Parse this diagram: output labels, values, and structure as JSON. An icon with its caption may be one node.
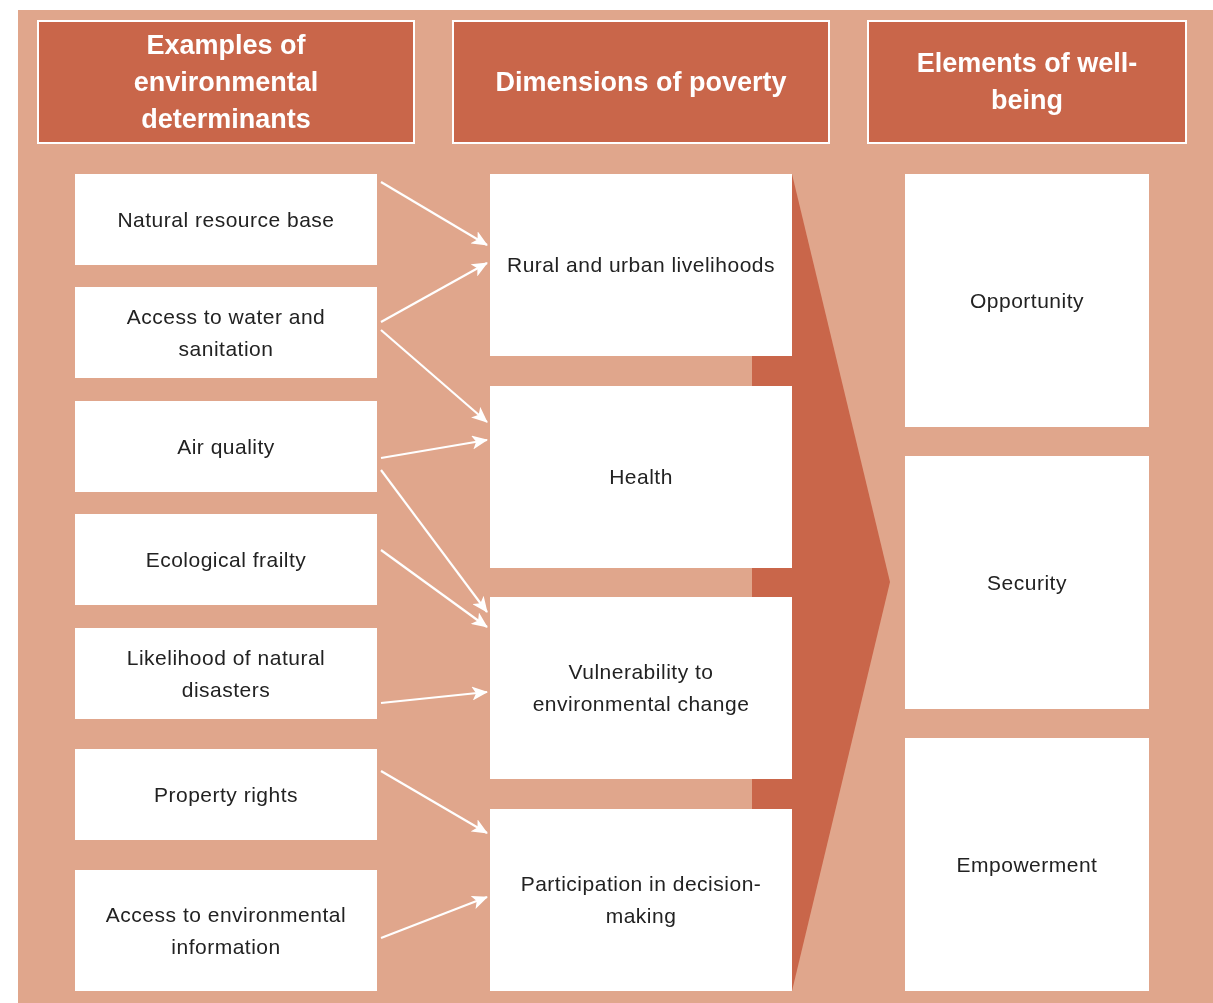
{
  "diagram": {
    "nodes": [
      {
        "text": [
          "Examples of environmental determinants"
        ]
      },
      {
        "text": [
          "Dimensions of poverty"
        ]
      },
      {
        "text": [
          "Elements of well-being"
        ]
      },
      {
        "text": [
          "Natural resource base"
        ]
      },
      {
        "text": [
          "Access to water and sanitation"
        ]
      },
      {
        "text": [
          "Air quality"
        ]
      },
      {
        "text": [
          "Ecological frailty"
        ]
      },
      {
        "text": [
          "Likelihood of natural disasters"
        ]
      },
      {
        "text": [
          "Property rights"
        ]
      },
      {
        "text": [
          "Access to environmental information"
        ]
      },
      {
        "text": [
          "Rural and urban livelihoods"
        ]
      },
      {
        "text": [
          "Health"
        ]
      },
      {
        "text": [
          "Vulnerability to environmental change"
        ]
      },
      {
        "text": [
          "Participation in decision-making"
        ]
      },
      {
        "text": [
          "Opportunity"
        ]
      },
      {
        "text": [
          "Security"
        ]
      },
      {
        "text": [
          "Empowerment"
        ]
      }
    ],
    "edges": [
      {
        "from": 3,
        "to": 10,
        "arrow": "to"
      },
      {
        "from": 4,
        "to": 10,
        "arrow": "to"
      },
      {
        "from": 4,
        "to": 11,
        "arrow": "to"
      },
      {
        "from": 5,
        "to": 11,
        "arrow": "to"
      },
      {
        "from": 5,
        "to": 12,
        "arrow": "to"
      },
      {
        "from": 6,
        "to": 12,
        "arrow": "to"
      },
      {
        "from": 7,
        "to": 12,
        "arrow": "to"
      },
      {
        "from": 8,
        "to": 13,
        "arrow": "to"
      },
      {
        "from": 9,
        "to": 13,
        "arrow": "to"
      }
    ]
  }
}
